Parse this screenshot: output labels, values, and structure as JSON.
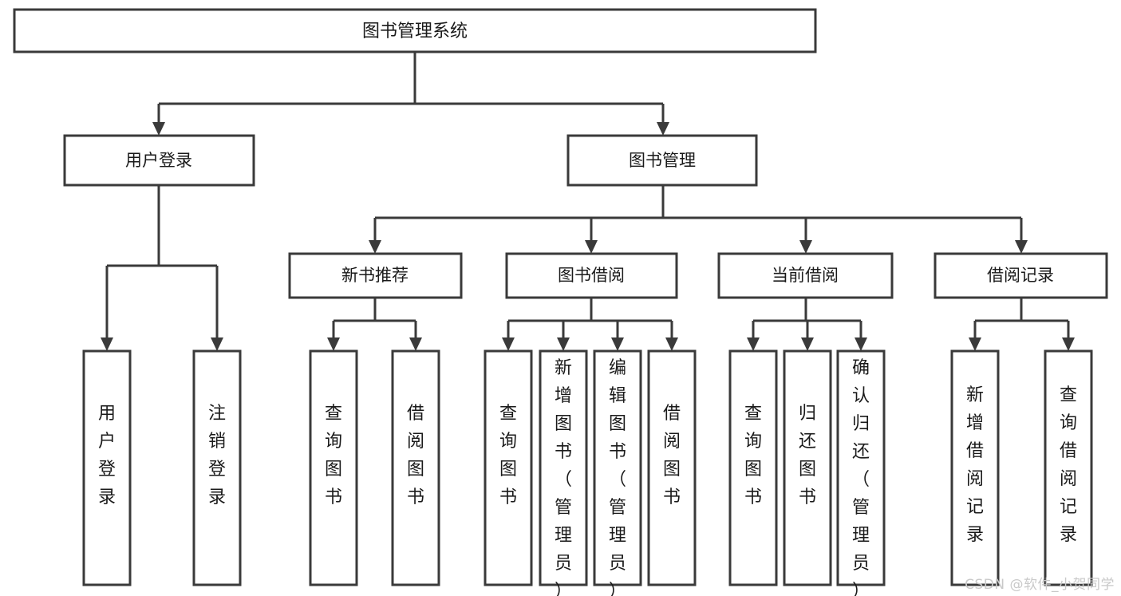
{
  "diagram": {
    "type": "hierarchy-tree",
    "title": "图书管理系统",
    "root": {
      "id": "root",
      "label": "图书管理系统"
    },
    "level2": [
      {
        "id": "user-login",
        "label": "用户登录"
      },
      {
        "id": "book-management",
        "label": "图书管理"
      }
    ],
    "level3": [
      {
        "id": "new-book-recommend",
        "label": "新书推荐",
        "parent": "book-management"
      },
      {
        "id": "book-borrow",
        "label": "图书借阅",
        "parent": "book-management"
      },
      {
        "id": "current-borrow",
        "label": "当前借阅",
        "parent": "book-management"
      },
      {
        "id": "borrow-record",
        "label": "借阅记录",
        "parent": "book-management"
      }
    ],
    "leaves": [
      {
        "id": "leaf-user-login",
        "label": "用户登录",
        "parent": "user-login"
      },
      {
        "id": "leaf-logout-login",
        "label": "注销登录",
        "parent": "user-login"
      },
      {
        "id": "leaf-query-book-1",
        "label": "查询图书",
        "parent": "new-book-recommend"
      },
      {
        "id": "leaf-borrow-book-1",
        "label": "借阅图书",
        "parent": "new-book-recommend"
      },
      {
        "id": "leaf-query-book-2",
        "label": "查询图书",
        "parent": "book-borrow"
      },
      {
        "id": "leaf-add-book",
        "label": "新增图书（管理员）",
        "parent": "book-borrow"
      },
      {
        "id": "leaf-edit-book",
        "label": "编辑图书（管理员）",
        "parent": "book-borrow"
      },
      {
        "id": "leaf-borrow-book-2",
        "label": "借阅图书",
        "parent": "book-borrow"
      },
      {
        "id": "leaf-query-book-3",
        "label": "查询图书",
        "parent": "current-borrow"
      },
      {
        "id": "leaf-return-book",
        "label": "归还图书",
        "parent": "current-borrow"
      },
      {
        "id": "leaf-confirm-return",
        "label": "确认归还（管理员）",
        "parent": "current-borrow"
      },
      {
        "id": "leaf-add-record",
        "label": "新增借阅记录",
        "parent": "borrow-record"
      },
      {
        "id": "leaf-query-record",
        "label": "查询借阅记录",
        "parent": "borrow-record"
      }
    ],
    "colors": {
      "stroke": "#3a3a3a",
      "fill": "#ffffff",
      "text": "#1a1a1a",
      "background": "#ffffff",
      "watermark": "#c9c9c9"
    }
  },
  "watermark": {
    "text": "CSDN @软件_小贺同学"
  }
}
